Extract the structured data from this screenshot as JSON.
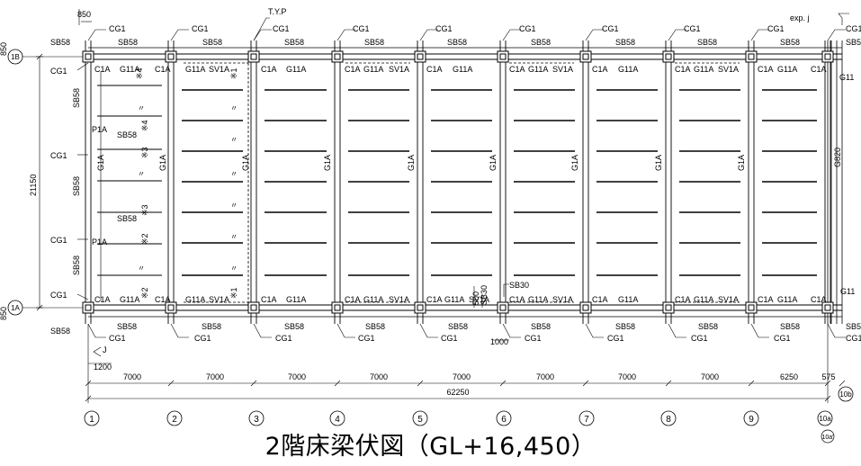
{
  "drawing": {
    "title": "2階床梁伏図（GL+16,450）",
    "typ_note": "T.Y.P",
    "expansion_joint": "exp. j",
    "section_mark": "J"
  },
  "grid_x": [
    "1",
    "2",
    "3",
    "4",
    "5",
    "6",
    "7",
    "8",
    "9",
    "10a",
    "10a'",
    "10b"
  ],
  "grid_y": [
    "1A",
    "1B"
  ],
  "dims": {
    "spans": [
      "7000",
      "7000",
      "7000",
      "7000",
      "7000",
      "7000",
      "7000",
      "7000",
      "6250",
      "575"
    ],
    "total": "62250",
    "height": "21150",
    "edge_top": "850",
    "edge_bottom": "850",
    "edge_left_top": "850",
    "edge_1200": "1200",
    "sb30_offset": "1000",
    "sb30_depth": "500",
    "sb30_label": "SB30"
  },
  "labels": {
    "cg1": "CG1",
    "sb58": "SB58",
    "c1a": "C1A",
    "g11a": "G11A",
    "sv1a": "SV1A",
    "g1a": "G1A",
    "p1a": "P1A",
    "g820": "G820",
    "g11_cut": "G11",
    "ditto": "〃"
  },
  "notes": {
    "n1": "※1",
    "n2": "※2",
    "n3": "※3",
    "n4": "※4"
  }
}
